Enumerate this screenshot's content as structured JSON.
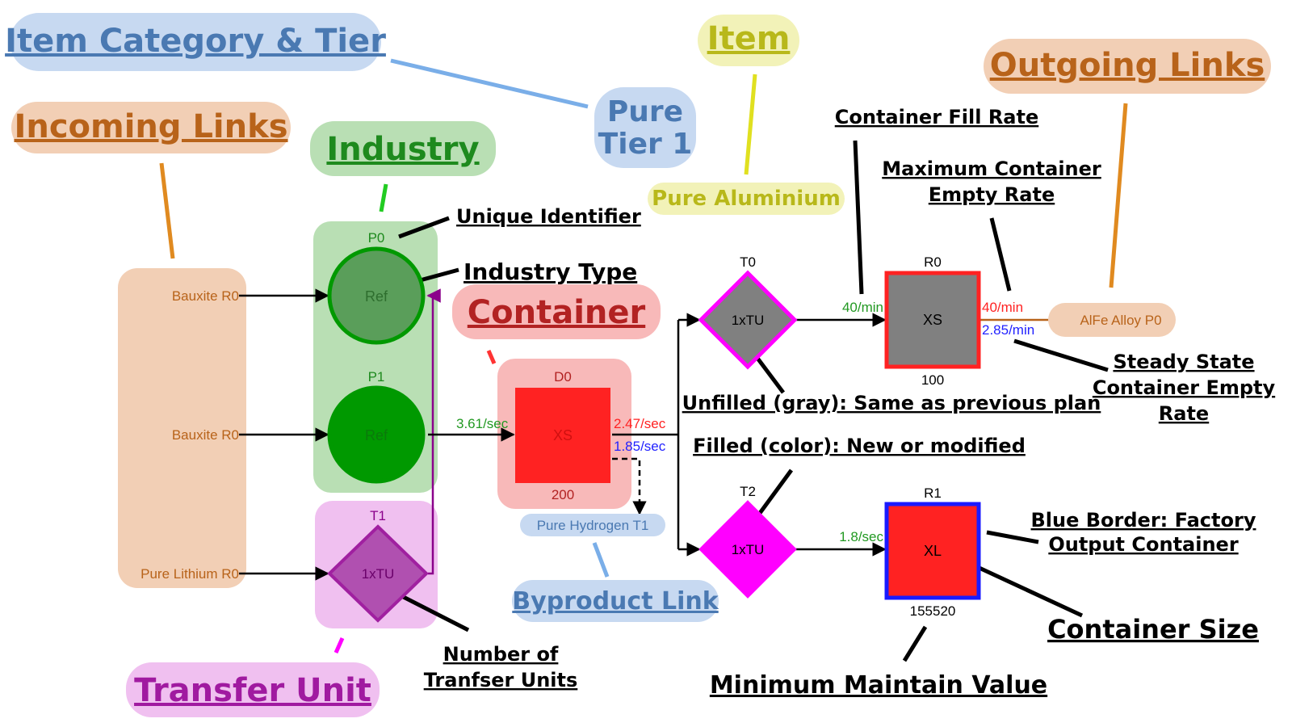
{
  "callouts": {
    "item_category_tier": "Item Category & Tier",
    "item": "Item",
    "outgoing_links": "Outgoing Links",
    "incoming_links": "Incoming Links",
    "industry": "Industry",
    "container": "Container",
    "transfer_unit": "Transfer Unit",
    "byproduct_link": "Byproduct Link",
    "unique_identifier": "Unique Identifier",
    "industry_type": "Industry Type",
    "container_fill_rate": "Container Fill Rate",
    "max_empty_rate_line1": "Maximum Container",
    "max_empty_rate_line2": "Empty Rate",
    "steady_state_line1": "Steady State",
    "steady_state_line2": "Container Empty",
    "steady_state_line3": "Rate",
    "unfilled_gray": "Unfilled (gray): Same as previous plan",
    "filled_color": "Filled (color): New or modified",
    "blue_border_line1": "Blue Border: Factory",
    "blue_border_line2": "Output Container",
    "container_size": "Container Size",
    "minimum_maintain": "Minimum Maintain Value",
    "num_transfer_line1": "Number of",
    "num_transfer_line2": "Tranfser Units"
  },
  "category_box": {
    "line1": "Pure",
    "line2": "Tier 1"
  },
  "item_box": "Pure Aluminium",
  "inputs": [
    "Bauxite R0",
    "Bauxite R0",
    "Pure Lithium R0"
  ],
  "industries": [
    {
      "id": "P0",
      "type": "Ref",
      "state": "unfilled"
    },
    {
      "id": "P1",
      "type": "Ref",
      "state": "filled"
    }
  ],
  "transfer_units": [
    {
      "id": "T1",
      "label": "1xTU",
      "state": "unfilled"
    },
    {
      "id": "T0",
      "label": "1xTU",
      "state": "unfilled"
    },
    {
      "id": "T2",
      "label": "1xTU",
      "state": "filled"
    }
  ],
  "containers": [
    {
      "id": "D0",
      "size": "XS",
      "min": "200"
    },
    {
      "id": "R0",
      "size": "XS",
      "min": "100"
    },
    {
      "id": "R1",
      "size": "XL",
      "min": "155520"
    }
  ],
  "rates": {
    "d0_in": "3.61/sec",
    "d0_out_max": "2.47/sec",
    "d0_out_steady": "1.85/sec",
    "r0_in": "40/min",
    "r0_out_max": "40/min",
    "r0_out_steady": "2.85/min",
    "r1_in": "1.8/sec"
  },
  "byproduct": "Pure Hydrogen T1",
  "output_link": "AlFe Alloy P0",
  "colors": {
    "industry_green": "#009900",
    "industry_bg": "#b9dfb4",
    "transfer_magenta": "#ff00ff",
    "transfer_bg": "#f0c0f0",
    "container_red": "#ff3333",
    "container_bg": "#f8b9b9",
    "input_bg": "#f2cfb5",
    "unfilled_gray": "#808080",
    "factory_blue": "#1a1aff",
    "rate_green": "#229922",
    "rate_red": "#ff2222",
    "rate_blue": "#2222ff"
  }
}
